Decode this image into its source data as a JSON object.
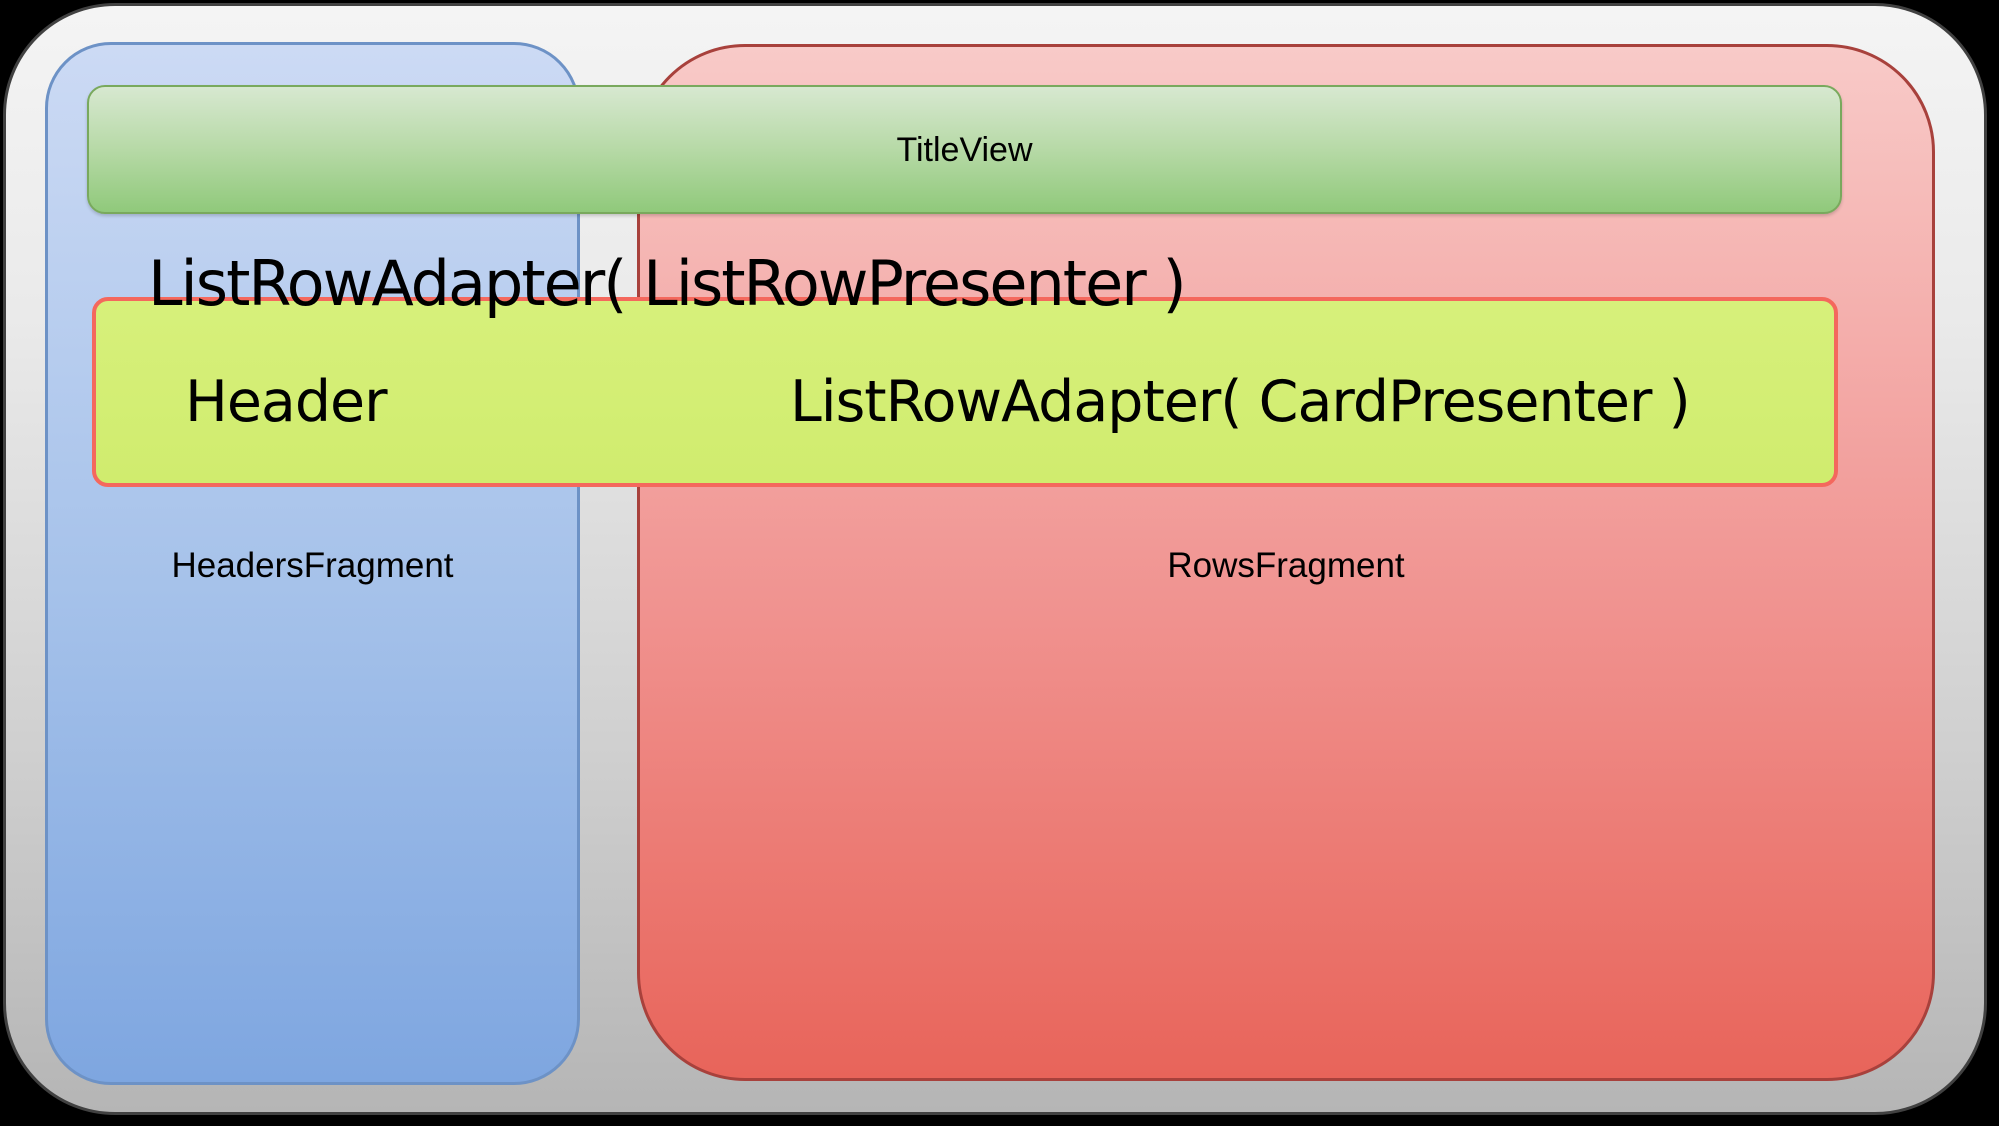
{
  "colors": {
    "background": "#000000",
    "frame_top": "#f4f4f4",
    "frame_bottom": "#b5b5b5",
    "frame_border": "#414141",
    "blue_top": "#ccdaf4",
    "blue_bottom": "#7ea6e0",
    "blue_border": "#6d92c6",
    "red_top": "#f8cac8",
    "red_bottom": "#e8645a",
    "red_border": "#a8413c",
    "green_top": "#d7e8d0",
    "green_bottom": "#90c97b",
    "green_border": "#79a95d",
    "yellow_fill": "#d7f07b",
    "yellow_border": "#f4685d",
    "text": "#000000"
  },
  "diagram": {
    "title_view": {
      "label": "TitleView"
    },
    "headers_fragment": {
      "label": "HeadersFragment"
    },
    "rows_fragment": {
      "label": "RowsFragment"
    },
    "adapter_row": {
      "caption": "ListRowAdapter( ListRowPresenter )",
      "header_label": "Header",
      "card_label": "ListRowAdapter( CardPresenter )"
    }
  }
}
